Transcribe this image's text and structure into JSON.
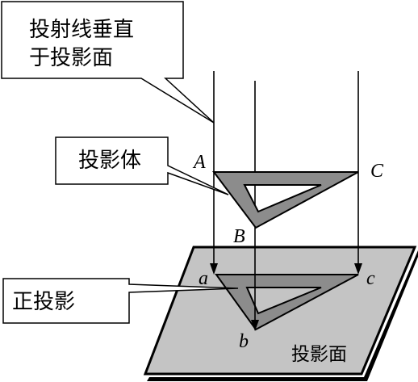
{
  "callouts": {
    "rays_line1": "投射线垂直",
    "rays_line2": "于投影面",
    "object": "投影体",
    "projection": "正投影"
  },
  "points": {
    "A": "A",
    "B": "B",
    "C": "C",
    "a": "a",
    "b": "b",
    "c": "c"
  },
  "plane_label": "投影面",
  "colors": {
    "line": "#000000",
    "triangle_fill": "#8c8c8c",
    "plane_fill": "#c4c4c4",
    "background": "#ffffff"
  }
}
